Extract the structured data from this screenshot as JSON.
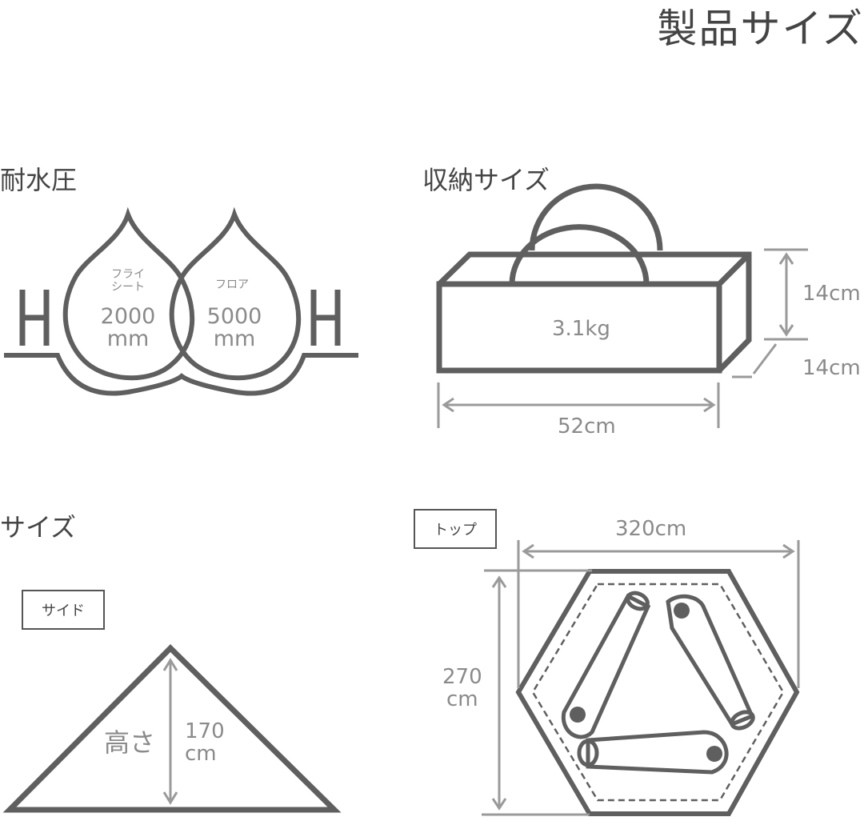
{
  "title": "製品サイズ",
  "sections": {
    "waterproof": {
      "heading": "耐水圧",
      "drops": [
        {
          "label_line1": "フライ",
          "label_line2": "シート",
          "value": "2000",
          "unit": "mm"
        },
        {
          "label_line1": "フロア",
          "label_line2": "",
          "value": "5000",
          "unit": "mm"
        }
      ],
      "h_letter": "H"
    },
    "storage": {
      "heading": "収納サイズ",
      "weight": "3.1kg",
      "height": "14cm",
      "depth": "14cm",
      "width": "52cm"
    },
    "size": {
      "heading": "サイズ",
      "side_label": "サイド",
      "height_label": "高さ",
      "height_value": "170",
      "height_unit": "cm",
      "top_label": "トップ",
      "top_width": "320cm",
      "top_depth_value": "270",
      "top_depth_unit": "cm"
    }
  },
  "colors": {
    "stroke": "#5a5a5a",
    "dimension": "#9a9a9a",
    "text": "#444444"
  }
}
